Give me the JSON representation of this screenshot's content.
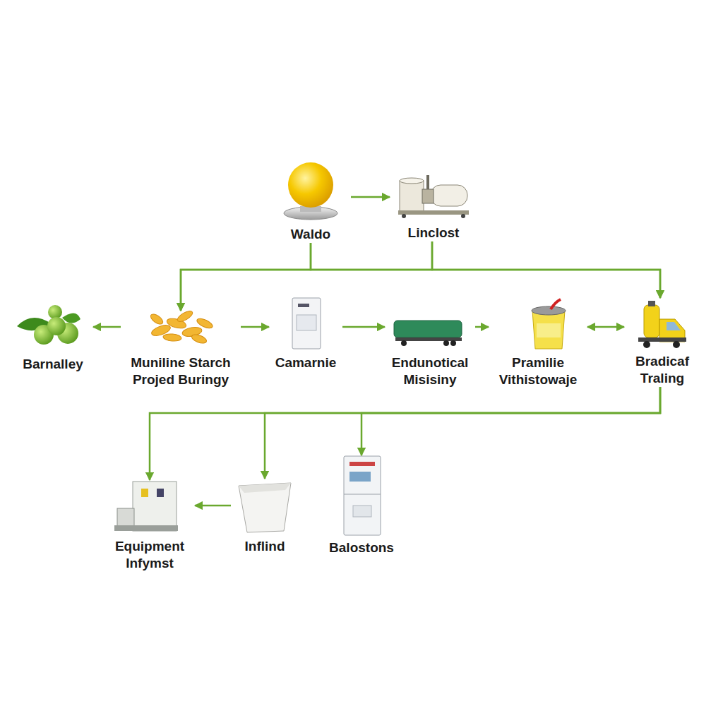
{
  "diagram": {
    "nodes": [
      {
        "text": [
          "Waldo"
        ]
      },
      {
        "text": [
          "Linclost"
        ]
      },
      {
        "text": [
          "Barnalley"
        ]
      },
      {
        "text": [
          "Muniline Starch Projed Buringy"
        ]
      },
      {
        "text": [
          "Camarnie"
        ]
      },
      {
        "text": [
          "Endunotical Misisiny"
        ]
      },
      {
        "text": [
          "Pramilie Vithistowaje"
        ]
      },
      {
        "text": [
          "Bradicaf Traling"
        ]
      },
      {
        "text": [
          "Equipment Infymst"
        ]
      },
      {
        "text": [
          "Inflind"
        ]
      },
      {
        "text": [
          "Balostons"
        ]
      }
    ],
    "edges": [
      {
        "from": 0,
        "to": 1,
        "arrow": "to"
      },
      {
        "from": 0,
        "to": 3,
        "arrow": "to"
      },
      {
        "from": 1,
        "to": 3,
        "arrow": "to"
      },
      {
        "from": 0,
        "to": 7,
        "arrow": "to"
      },
      {
        "from": 1,
        "to": 7,
        "arrow": "to"
      },
      {
        "from": 3,
        "to": 2,
        "arrow": "to"
      },
      {
        "from": 3,
        "to": 4,
        "arrow": "to"
      },
      {
        "from": 4,
        "to": 5,
        "arrow": "to"
      },
      {
        "from": 5,
        "to": 6,
        "arrow": "to"
      },
      {
        "from": 6,
        "to": 7,
        "arrow": "both"
      },
      {
        "from": 7,
        "to": 8,
        "arrow": "to"
      },
      {
        "from": 7,
        "to": 9,
        "arrow": "to"
      },
      {
        "from": 7,
        "to": 10,
        "arrow": "to"
      },
      {
        "from": 9,
        "to": 8,
        "arrow": "to"
      }
    ]
  }
}
